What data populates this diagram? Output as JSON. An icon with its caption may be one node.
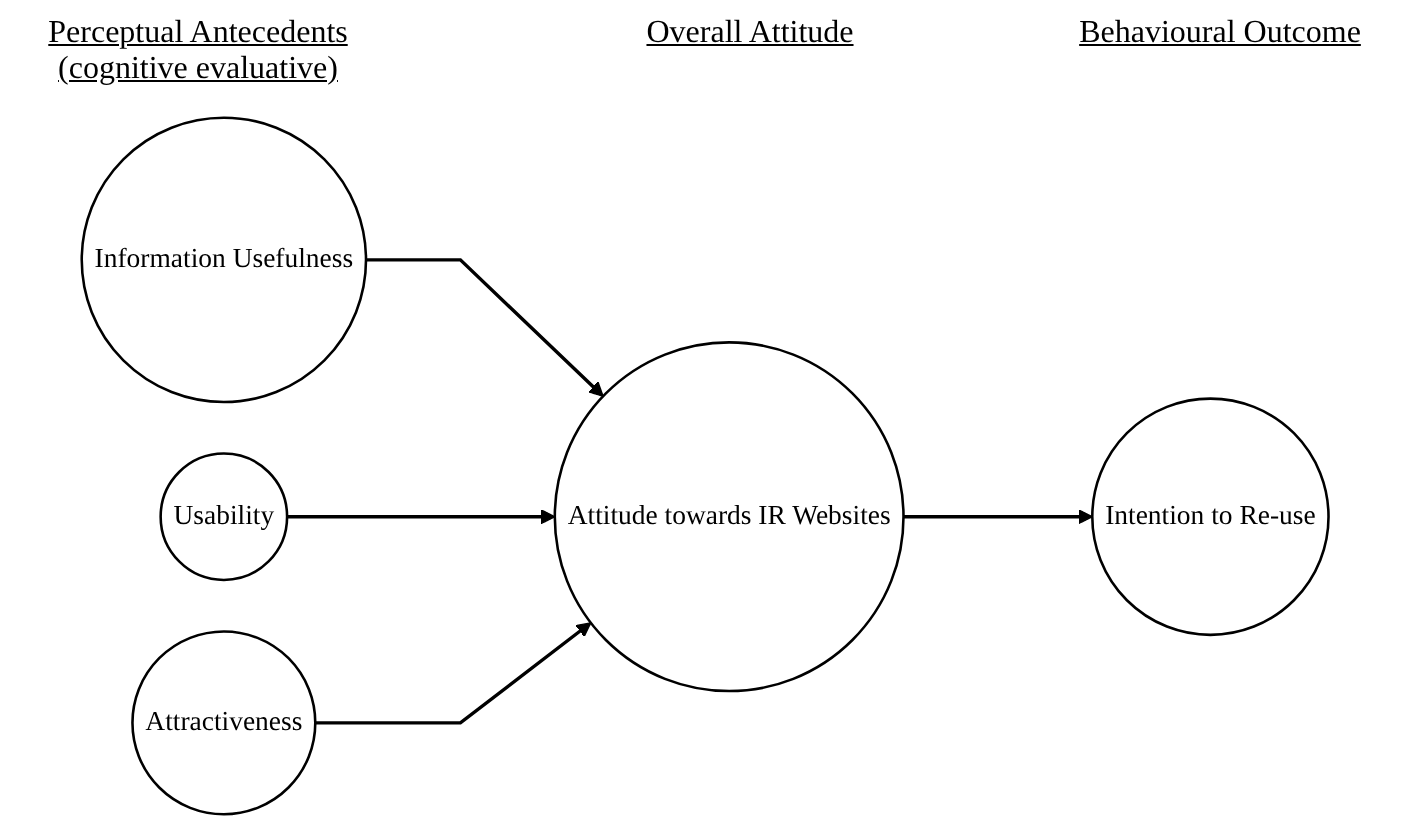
{
  "diagram": {
    "nodes": [
      {
        "text": [
          "Information Usefulness"
        ]
      },
      {
        "text": [
          "Usability"
        ]
      },
      {
        "text": [
          "Attractiveness"
        ]
      },
      {
        "text": [
          "Attitude towards IR Websites"
        ]
      },
      {
        "text": [
          "Intention to Re-use"
        ]
      }
    ],
    "edges": [
      {
        "from": 0,
        "to": 3,
        "arrow": "to"
      },
      {
        "from": 1,
        "to": 3,
        "arrow": "to"
      },
      {
        "from": 2,
        "to": 3,
        "arrow": "to"
      },
      {
        "from": 3,
        "to": 4,
        "arrow": "to"
      }
    ],
    "labels": [
      "Perceptual Antecedents (cognitive evaluative)",
      "Overall Attitude",
      "Behavioural Outcome"
    ]
  }
}
